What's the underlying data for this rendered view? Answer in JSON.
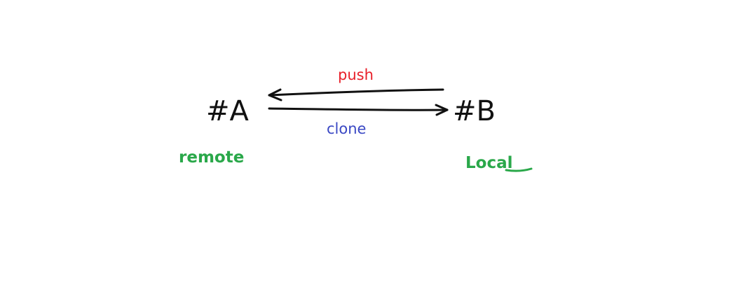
{
  "nodes": {
    "a": {
      "label": "#A",
      "role": "remote"
    },
    "b": {
      "label": "#B",
      "role": "Local"
    }
  },
  "edges": {
    "push": {
      "label": "push",
      "from": "#B",
      "to": "#A"
    },
    "clone": {
      "label": "clone",
      "from": "#A",
      "to": "#B"
    }
  },
  "colors": {
    "ink": "#111111",
    "push": "#e8202a",
    "clone": "#3a48c4",
    "role": "#2aa84a"
  }
}
